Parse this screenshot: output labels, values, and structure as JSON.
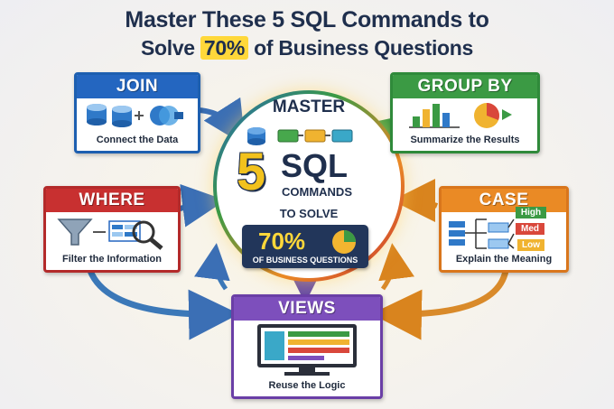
{
  "title": {
    "line1": "Master These 5 SQL Commands to",
    "line2_pre": "Solve ",
    "line2_highlight": "70%",
    "line2_post": " of Business Questions"
  },
  "center": {
    "master": "MASTER",
    "five": "5",
    "sql": "SQL",
    "commands": "COMMANDS",
    "to_solve": "TO SOLVE",
    "percent": "70%",
    "business": "OF BUSINESS QUESTIONS"
  },
  "cards": {
    "join": {
      "title": "JOIN",
      "caption": "Connect the Data",
      "color": "#2466c0"
    },
    "group_by": {
      "title": "GROUP BY",
      "caption": "Summarize the Results",
      "color": "#3b9a44"
    },
    "where": {
      "title": "WHERE",
      "caption": "Filter the Information",
      "color": "#c83030"
    },
    "case": {
      "title": "CASE",
      "caption": "Explain the Meaning",
      "color": "#ea8a25",
      "labels": [
        "High",
        "Med",
        "Low"
      ]
    },
    "views": {
      "title": "VIEWS",
      "caption": "Reuse the Logic",
      "color": "#7d4fbc"
    }
  },
  "icons": [
    "database-icon",
    "bar-chart-icon",
    "pie-chart-icon",
    "funnel-icon",
    "magnifier-icon",
    "flowchart-icon",
    "monitor-icon"
  ]
}
